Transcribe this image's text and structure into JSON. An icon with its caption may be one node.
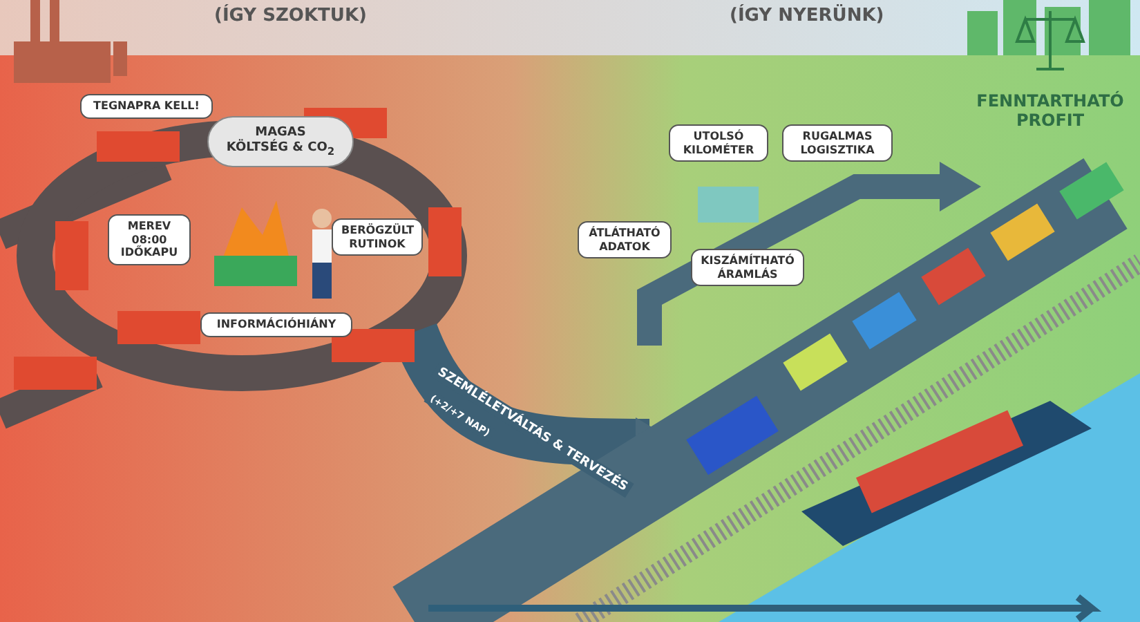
{
  "diagram": {
    "nodes": [
      {
        "text": [
          "TEGNAPRA KELL!"
        ]
      },
      {
        "text": [
          "MAGAS KÖLTSÉG & CO$_{2}$"
        ]
      },
      {
        "text": [
          "UTOLSÓ KILOMÉTER"
        ]
      },
      {
        "text": [
          "RUGALMAS LOGISZTIKA"
        ]
      },
      {
        "text": [
          "MEREV 08:00 IDŐKAPU"
        ]
      },
      {
        "text": [
          "BERÖGZÜLT RUTINOK"
        ]
      },
      {
        "text": [
          "ÁTLÁTHATÓ ADATOK"
        ]
      },
      {
        "text": [
          "KISZÁMÍTHATÓ ÁRAMLÁS"
        ]
      },
      {
        "text": [
          "INFORMÁCIÓHIÁNY"
        ]
      }
    ],
    "labels": [
      "(ÍGY SZOKTUK)",
      "(ÍGY NYERÜNK)",
      "FENNTARTHATÓ PROFIT",
      "SZEMLÉLETVÁLTÁS & TERVEZÉS",
      "(+2/+7 NAP)"
    ]
  }
}
